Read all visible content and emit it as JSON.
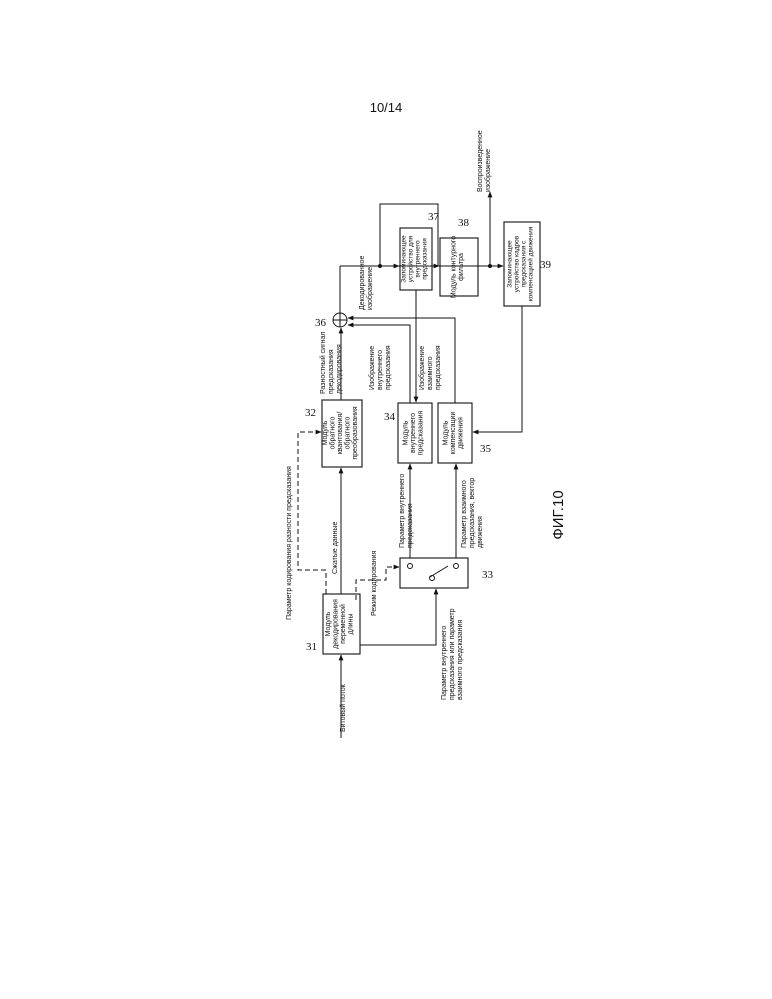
{
  "page": {
    "number": "10/14"
  },
  "figure": {
    "caption": "ФИГ.10"
  },
  "diagram": {
    "inputs": {
      "bitstream": "Битовый поток"
    },
    "blocks": {
      "vld": {
        "ref": "31",
        "lines": [
          "Модуль",
          "декодирования",
          "переменной",
          "длины"
        ]
      },
      "inv_quant": {
        "ref": "32",
        "lines": [
          "Модуль",
          "обратного",
          "квантования/",
          "обратного",
          "преобразования"
        ]
      },
      "switch": {
        "ref": "33"
      },
      "intra_pred": {
        "ref": "34",
        "lines": [
          "Модуль",
          "внутреннего",
          "предсказания"
        ]
      },
      "motion_comp": {
        "ref": "35",
        "lines": [
          "Модуль",
          "компенсации",
          "движения"
        ]
      },
      "adder": {
        "ref": "36"
      },
      "intra_memory": {
        "ref": "37",
        "lines": [
          "Запоминающее",
          "устройство для",
          "внутреннего",
          "предсказания"
        ]
      },
      "loop_filter": {
        "ref": "38",
        "lines": [
          "Модуль контурного",
          "фильтра"
        ]
      },
      "frame_memory": {
        "ref": "39",
        "lines": [
          "Запоминающее",
          "устройство кадров",
          "предсказания с",
          "компенсацией движения"
        ]
      }
    },
    "signals": {
      "pred_diff_param": "Параметр кодирования разности предсказания",
      "compressed": "Сжатые данные",
      "coding_mode": "Режим кодирования",
      "intra_or_inter_param": [
        "Параметр внутреннего",
        "предсказания или параметр",
        "взаимного предсказания"
      ],
      "intra_param": [
        "Параметр внутреннего",
        "предсказания"
      ],
      "inter_param": [
        "Параметр взаимного",
        "предсказания, вектор",
        "движения"
      ],
      "residual": [
        "Разностный сигнал",
        "предсказания",
        "декодирования"
      ],
      "intra_image": [
        "Изображение",
        "внутреннего",
        "предсказания"
      ],
      "inter_image": [
        "Изображение",
        "взаимного",
        "предсказания"
      ],
      "decoded_image": [
        "Декодированное",
        "изображение"
      ],
      "reproduced_image": [
        "Воспроизведенное",
        "изображение"
      ]
    }
  }
}
